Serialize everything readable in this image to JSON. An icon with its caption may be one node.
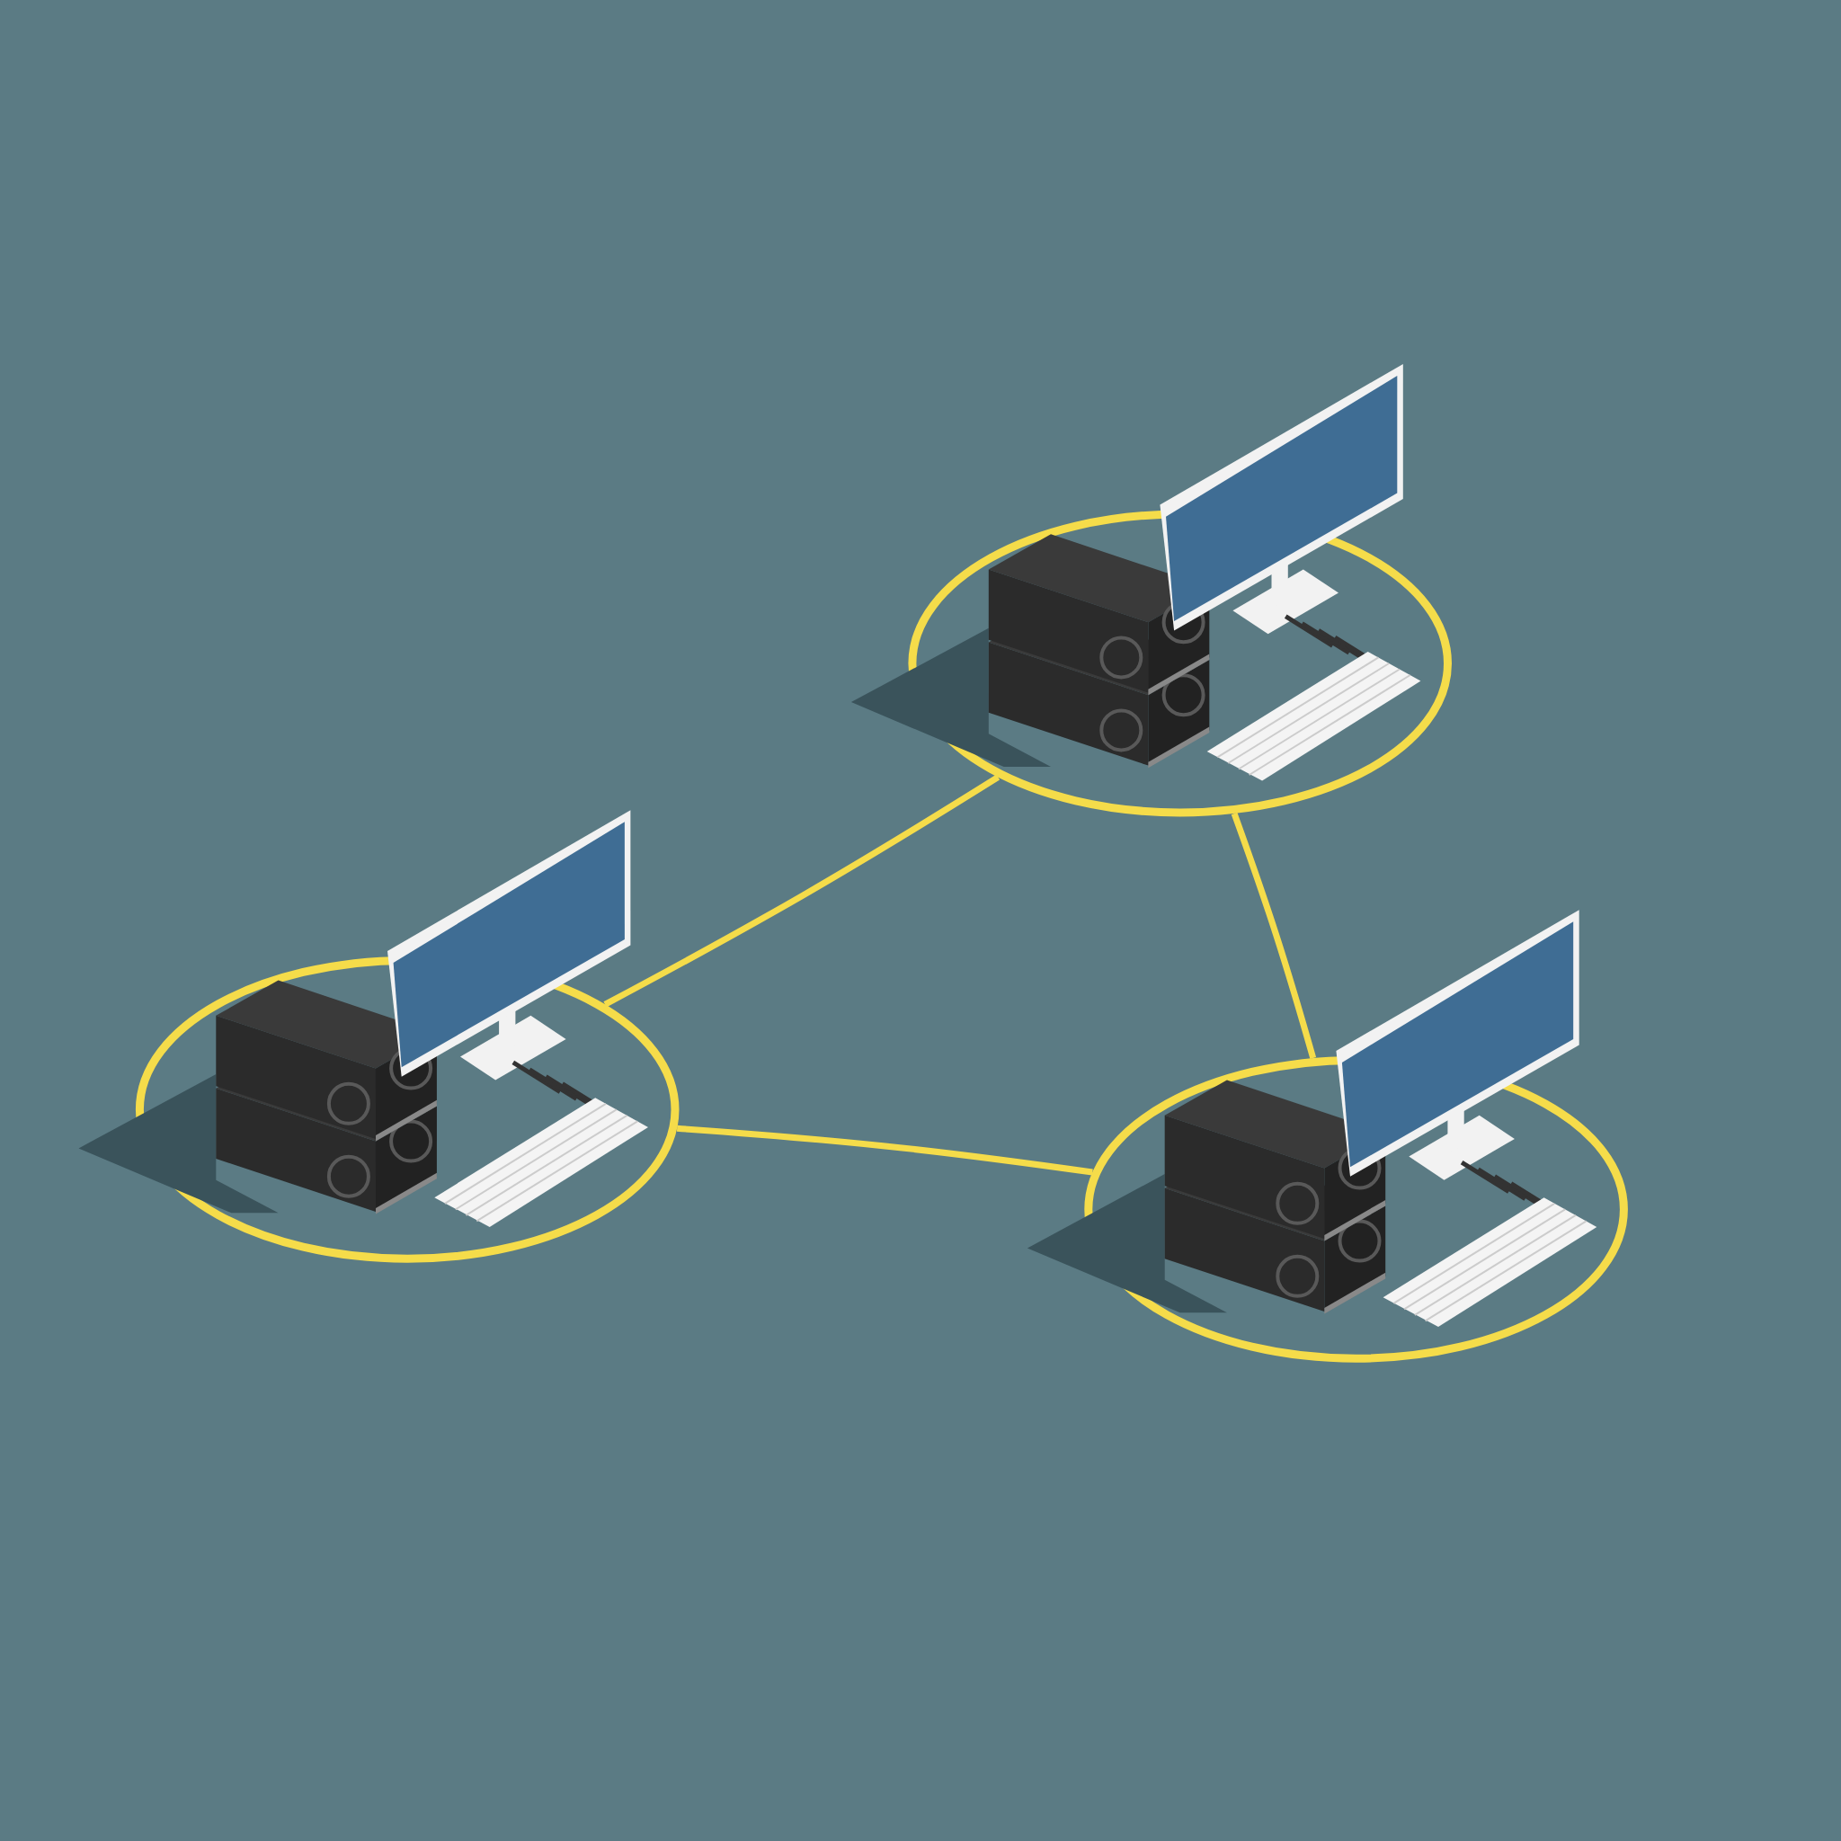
{
  "diagram": {
    "nodes": [
      {
        "text": [],
        "shape": "picture"
      },
      {
        "text": [],
        "shape": "picture"
      },
      {
        "text": [],
        "shape": "picture"
      }
    ],
    "edges": [
      {
        "from": 0,
        "to": 1,
        "arrow": "none"
      },
      {
        "from": 0,
        "to": 2,
        "arrow": "none"
      },
      {
        "from": 1,
        "to": 2,
        "arrow": "none"
      }
    ]
  }
}
